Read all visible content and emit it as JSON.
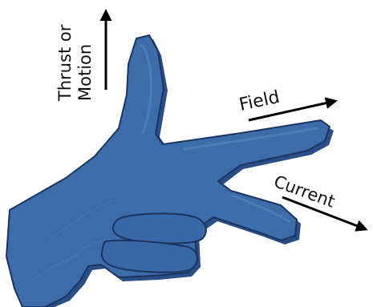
{
  "diagram": {
    "labels": {
      "thrust_line1": "Thrust or",
      "thrust_line2": "Motion",
      "field": "Field",
      "current": "Current"
    },
    "colors": {
      "hand_fill": "#3d6cab",
      "hand_stroke": "#1b3560",
      "hand_shadow": "#2a4f86",
      "arrow": "#000000",
      "text": "#111111",
      "background": "#ffffff"
    }
  }
}
